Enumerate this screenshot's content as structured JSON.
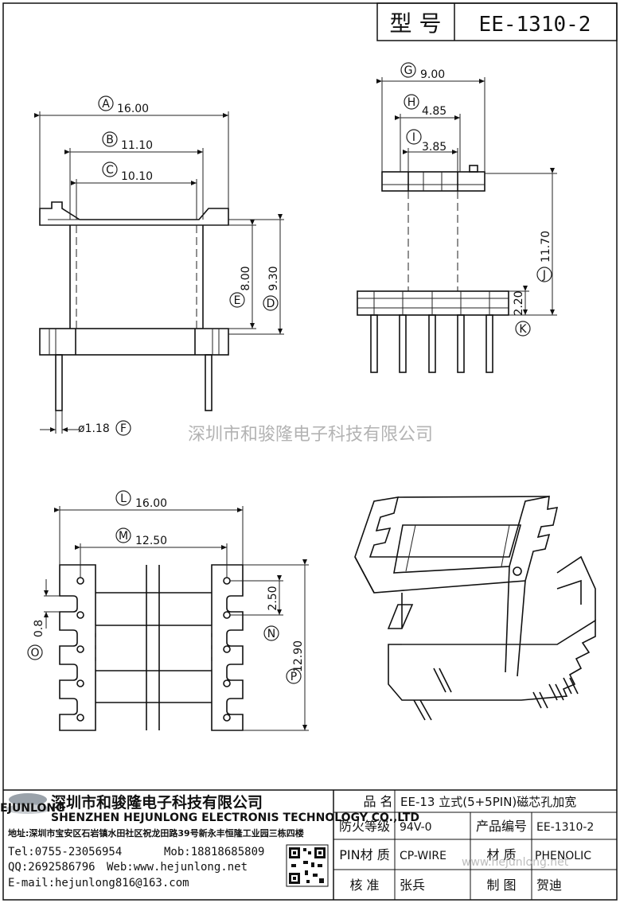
{
  "header": {
    "type_label": "型 号",
    "model": "EE-1310-2"
  },
  "watermark": "深圳市和骏隆电子科技有限公司",
  "watermark_url": "www.hejunlong.net",
  "dims": {
    "A": {
      "letter": "A",
      "value": "16.00"
    },
    "B": {
      "letter": "B",
      "value": "11.10"
    },
    "C": {
      "letter": "C",
      "value": "10.10"
    },
    "D": {
      "letter": "D",
      "value": "9.30"
    },
    "E": {
      "letter": "E",
      "value": "8.00"
    },
    "F": {
      "letter": "F",
      "value": "ø1.18"
    },
    "G": {
      "letter": "G",
      "value": "9.00"
    },
    "H": {
      "letter": "H",
      "value": "4.85"
    },
    "I": {
      "letter": "I",
      "value": "3.85"
    },
    "J": {
      "letter": "J",
      "value": "11.70"
    },
    "K": {
      "letter": "K",
      "value": "2.20"
    },
    "L": {
      "letter": "L",
      "value": "16.00"
    },
    "M": {
      "letter": "M",
      "value": "12.50"
    },
    "N": {
      "letter": "N",
      "value": "2.50"
    },
    "O": {
      "letter": "O",
      "value": "0.8"
    },
    "P": {
      "letter": "P",
      "value": "12.90"
    }
  },
  "company": {
    "logo_text": "HEJUNLONG",
    "name_cn": "深圳市和骏隆电子科技有限公司",
    "name_en": "SHENZHEN HEJUNLONG ELECTRONIS TECHNOLOGY CO.,LTD",
    "address": "地址:深圳市宝安区石岩镇水田社区祝龙田路39号新永丰恒隆工业园三栋四楼",
    "tel": "Tel:0755-23056954",
    "mob": "Mob:18818685809",
    "qq": "QQ:2692586796",
    "web": "Web:www.hejunlong.net",
    "email": "E-mail:hejunlong816@163.com"
  },
  "table": {
    "product_name_label": "品 名",
    "product_name_value": "EE-13 立式(5+5PIN)磁芯孔加宽",
    "fire_label": "防火等级",
    "fire_value": "94V-0",
    "code_label": "产品编号",
    "code_value": "EE-1310-2",
    "pin_label": "PIN材 质",
    "pin_value": "CP-WIRE",
    "material_label": "材 质",
    "material_value": "PHENOLIC",
    "review_label": "核 准",
    "review_value": "张兵",
    "draw_label": "制 图",
    "draw_value": "贺迪"
  }
}
